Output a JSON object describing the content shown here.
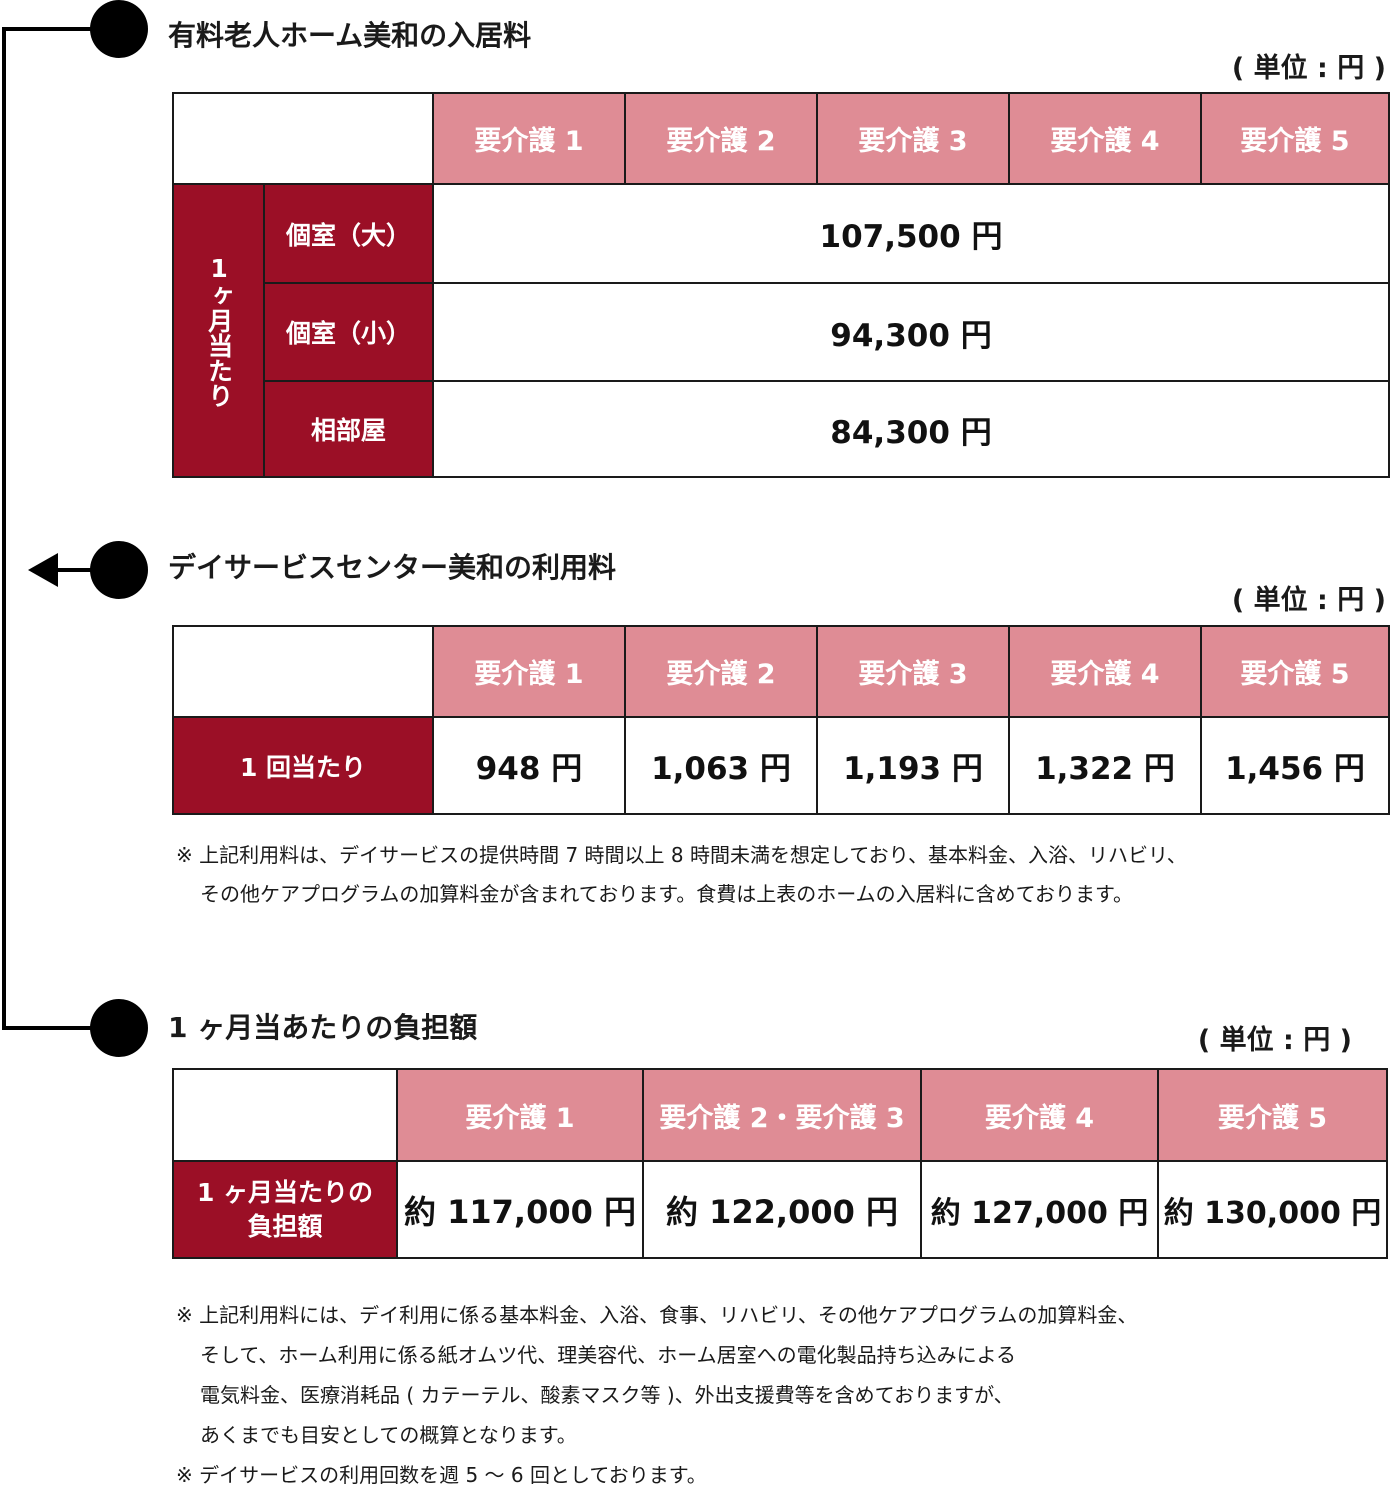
{
  "sections": {
    "nursing_home": {
      "title": "有料老人ホーム美和の入居料",
      "unit": "( 単位 : 円 )",
      "headers": [
        "要介護 1",
        "要介護 2",
        "要介護 3",
        "要介護 4",
        "要介護 5"
      ],
      "group_label": "1ヶ月当たり",
      "rows": [
        {
          "label": "個室（大）",
          "value": "107,500 円"
        },
        {
          "label": "個室（小）",
          "value": "94,300 円"
        },
        {
          "label": "相部屋",
          "value": "84,300 円"
        }
      ]
    },
    "day_service": {
      "title": "デイサービスセンター美和の利用料",
      "unit": "( 単位 : 円 )",
      "headers": [
        "要介護 1",
        "要介護 2",
        "要介護 3",
        "要介護 4",
        "要介護 5"
      ],
      "row_label": "1 回当たり",
      "values": [
        "948 円",
        "1,063 円",
        "1,193 円",
        "1,322 円",
        "1,456 円"
      ],
      "notes": [
        "※ 上記利用料は、デイサービスの提供時間 7 時間以上 8 時間未満を想定しており、基本料金、入浴、リハビリ、",
        "その他ケアプログラムの加算料金が含まれております。食費は上表のホームの入居料に含めております。"
      ]
    },
    "monthly_burden": {
      "title": "1 ヶ月当あたりの負担額",
      "unit": "( 単位 : 円 )",
      "headers": [
        "要介護 1",
        "要介護 2・要介護 3",
        "要介護 4",
        "要介護 5"
      ],
      "row_label_line1": "1 ヶ月当たりの",
      "row_label_line2": "負担額",
      "values": [
        "約 117,000 円",
        "約 122,000 円",
        "約 127,000 円",
        "約 130,000 円"
      ],
      "notes": [
        "※ 上記利用料には、デイ利用に係る基本料金、入浴、食事、リハビリ、その他ケアプログラムの加算料金、",
        "そして、ホーム利用に係る紙オムツ代、理美容代、ホーム居室への電化製品持ち込みによる",
        "電気料金、医療消耗品 ( カテーテル、酸素マスク等 )、外出支援費等を含めておりますが、",
        "あくまでも目安としての概算となります。",
        "※ デイサービスの利用回数を週 5 ～ 6 回としております。"
      ]
    }
  },
  "colors": {
    "header": "#df8c95",
    "label": "#9b0f26",
    "border": "#1a1a1a"
  }
}
